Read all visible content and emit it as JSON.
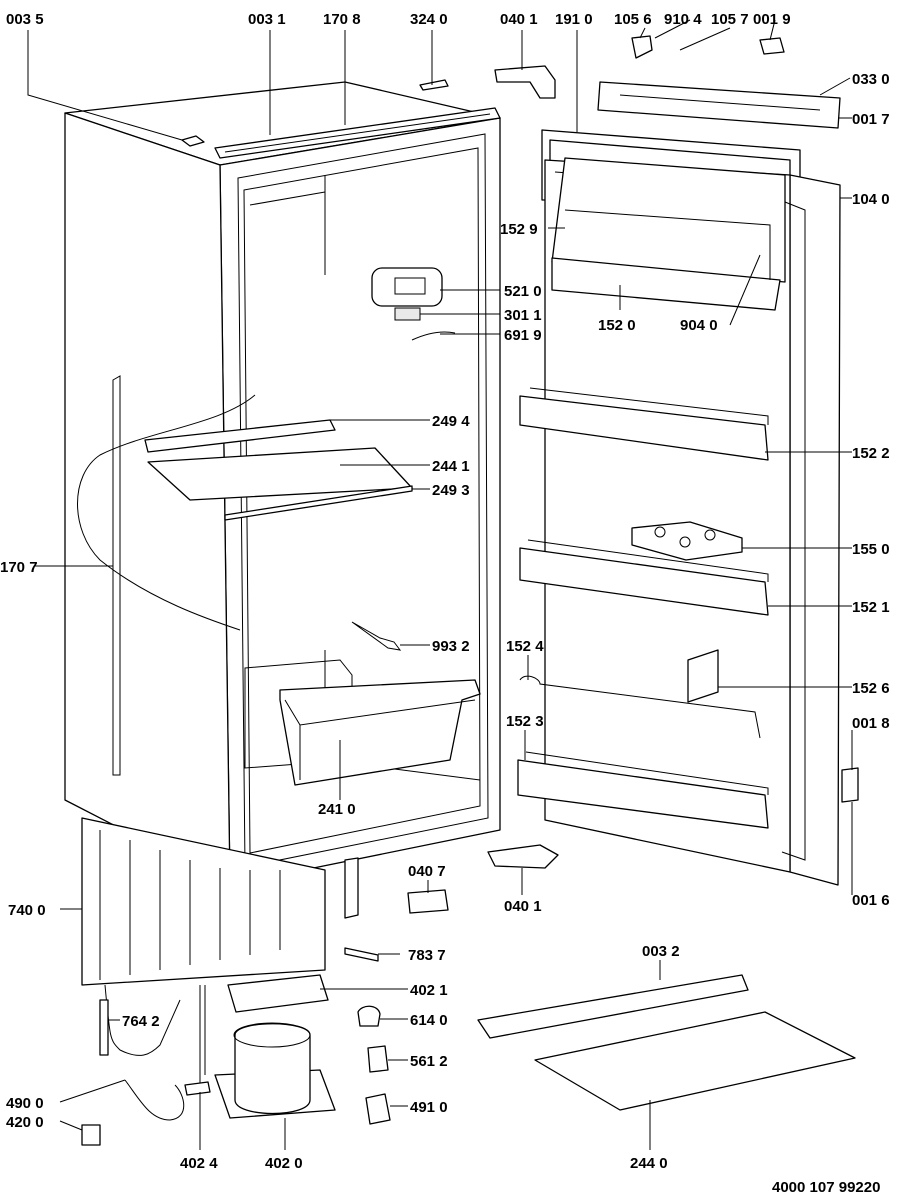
{
  "document_code": "4000 107 99220",
  "callouts": [
    {
      "id": "c0035",
      "text": "003 5"
    },
    {
      "id": "c0031",
      "text": "003 1"
    },
    {
      "id": "c1708",
      "text": "170 8"
    },
    {
      "id": "c3240",
      "text": "324 0"
    },
    {
      "id": "c0401a",
      "text": "040 1"
    },
    {
      "id": "c1910",
      "text": "191 0"
    },
    {
      "id": "c1056",
      "text": "105 6"
    },
    {
      "id": "c9104",
      "text": "910 4"
    },
    {
      "id": "c1057",
      "text": "105 7"
    },
    {
      "id": "c0019",
      "text": "001 9"
    },
    {
      "id": "c0330",
      "text": "033 0"
    },
    {
      "id": "c0017",
      "text": "001 7"
    },
    {
      "id": "c1040",
      "text": "104 0"
    },
    {
      "id": "c1529",
      "text": "152 9"
    },
    {
      "id": "c5210",
      "text": "521 0"
    },
    {
      "id": "c1520",
      "text": "152 0"
    },
    {
      "id": "c9040",
      "text": "904 0"
    },
    {
      "id": "c3011",
      "text": "301 1"
    },
    {
      "id": "c6919",
      "text": "691 9"
    },
    {
      "id": "c2494",
      "text": "249 4"
    },
    {
      "id": "c2441",
      "text": "244 1"
    },
    {
      "id": "c2493",
      "text": "249 3"
    },
    {
      "id": "c1522",
      "text": "152 2"
    },
    {
      "id": "c1550",
      "text": "155 0"
    },
    {
      "id": "c1707",
      "text": "170 7"
    },
    {
      "id": "c1521",
      "text": "152 1"
    },
    {
      "id": "c9932",
      "text": "993 2"
    },
    {
      "id": "c1524",
      "text": "152 4"
    },
    {
      "id": "c1526",
      "text": "152 6"
    },
    {
      "id": "c1523",
      "text": "152 3"
    },
    {
      "id": "c0018",
      "text": "001 8"
    },
    {
      "id": "c2410",
      "text": "241 0"
    },
    {
      "id": "c0407",
      "text": "040 7"
    },
    {
      "id": "c0401b",
      "text": "040 1"
    },
    {
      "id": "c0016",
      "text": "001 6"
    },
    {
      "id": "c7400",
      "text": "740 0"
    },
    {
      "id": "c7837",
      "text": "783 7"
    },
    {
      "id": "c0032",
      "text": "003 2"
    },
    {
      "id": "c4021",
      "text": "402 1"
    },
    {
      "id": "c7642",
      "text": "764 2"
    },
    {
      "id": "c6140",
      "text": "614 0"
    },
    {
      "id": "c5612",
      "text": "561 2"
    },
    {
      "id": "c4900",
      "text": "490 0"
    },
    {
      "id": "c4910",
      "text": "491 0"
    },
    {
      "id": "c4200",
      "text": "420 0"
    },
    {
      "id": "c4024",
      "text": "402 4"
    },
    {
      "id": "c4020",
      "text": "402 0"
    },
    {
      "id": "c2440",
      "text": "244 0"
    }
  ]
}
